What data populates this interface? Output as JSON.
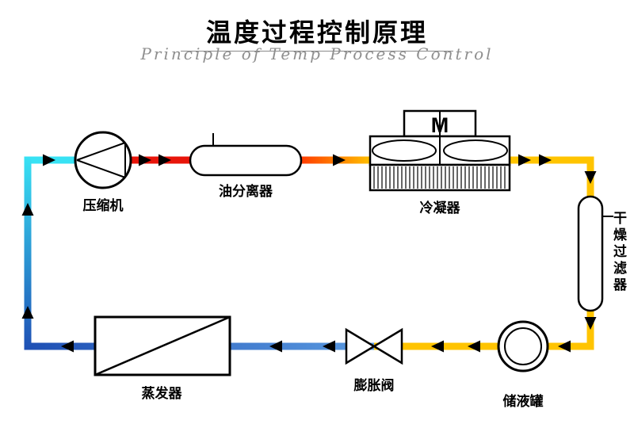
{
  "header": {
    "title": "温度过程控制原理",
    "subtitle": "Principle of Temp Process Control"
  },
  "components": {
    "compressor": {
      "label": "压缩机"
    },
    "oil_separator": {
      "label": "油分离器"
    },
    "condenser": {
      "label": "冷凝器",
      "motor_label": "M"
    },
    "dry_filter": {
      "label": "干燥过滤器"
    },
    "receiver": {
      "label": "储液罐"
    },
    "expansion_valve": {
      "label": "膨胀阀"
    },
    "evaporator": {
      "label": "蒸发器"
    }
  },
  "colors": {
    "suction_gas": "#38e2f4",
    "hot_gas": "#e8150a",
    "hot_mid": "#ff7a00",
    "liquid_line": "#ffc400",
    "cold_liquid": "#1e4fb4",
    "arrow": "#000000",
    "outline": "#000000"
  }
}
